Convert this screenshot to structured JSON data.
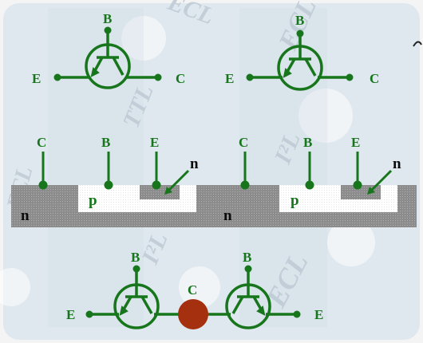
{
  "colors": {
    "green": "#17761c",
    "gray_region": "#8f8f8f",
    "white_region": "#ffffff",
    "label": "#0b0b0b",
    "node_red": "#a5300f",
    "background": "#dfe8ef"
  },
  "transistors": [
    {
      "id": "top-left",
      "b": "B",
      "e": "E",
      "c": "C"
    },
    {
      "id": "top-right",
      "b": "B",
      "e": "E",
      "c": "C"
    },
    {
      "id": "bottom-left",
      "b": "B",
      "e": "E"
    },
    {
      "id": "bottom-right",
      "b": "B",
      "e": "E"
    }
  ],
  "structures": [
    {
      "id": "left",
      "c": "C",
      "b": "B",
      "e": "E",
      "n_sub": "n",
      "p": "p",
      "n_emit": "n"
    },
    {
      "id": "right",
      "c": "C",
      "b": "B",
      "e": "E",
      "n_sub": "n",
      "p": "p",
      "n_emit": "n"
    }
  ],
  "shared_node": {
    "label": "C"
  },
  "watermarks": [
    "ECL",
    "TTL",
    "I²L",
    "ECL",
    "I²L",
    "ECL",
    "ECL"
  ],
  "icons": [
    "npn-transistor-symbol",
    "semiconductor-cross-section",
    "shared-collector-node"
  ]
}
